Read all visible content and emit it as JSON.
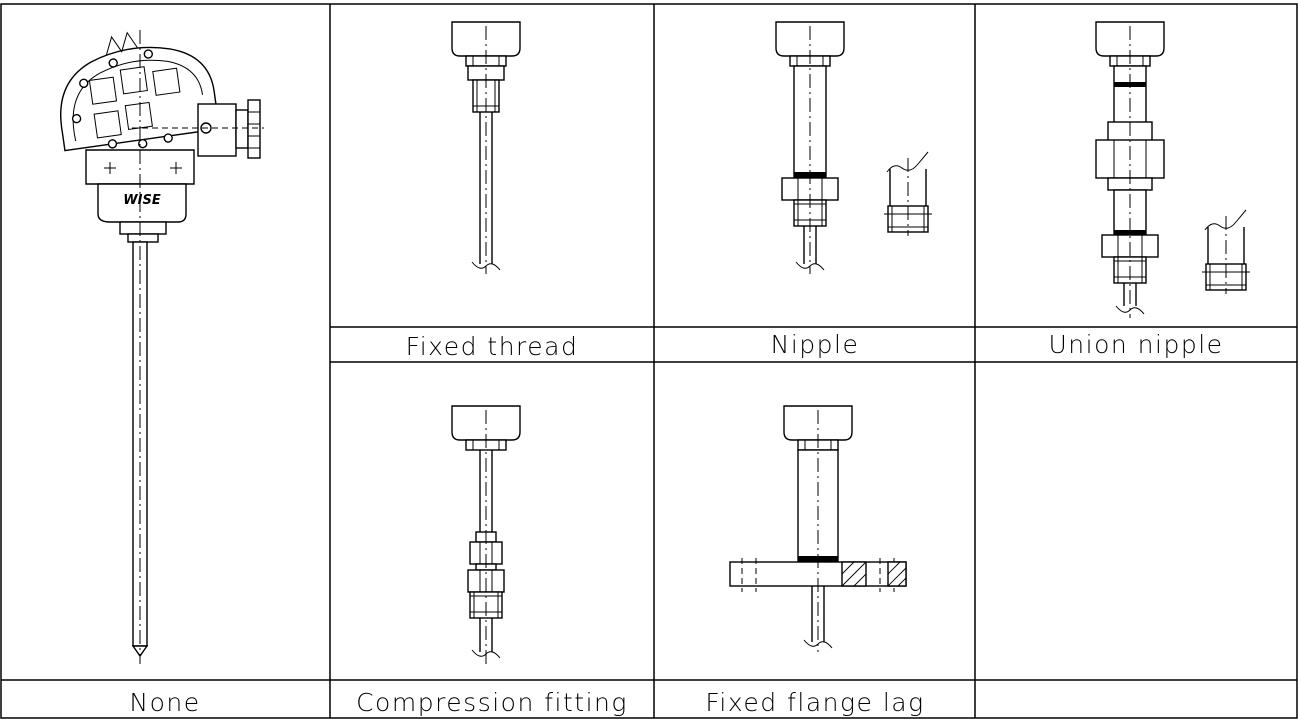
{
  "diagram": {
    "brand_logo": "WISE",
    "options": [
      {
        "id": "none",
        "label": "None"
      },
      {
        "id": "fixed-thread",
        "label": "Fixed thread"
      },
      {
        "id": "nipple",
        "label": "Nipple"
      },
      {
        "id": "union-nipple",
        "label": "Union nipple"
      },
      {
        "id": "compression-fitting",
        "label": "Compression fitting"
      },
      {
        "id": "fixed-flange-lag",
        "label": "Fixed flange lag"
      }
    ]
  }
}
